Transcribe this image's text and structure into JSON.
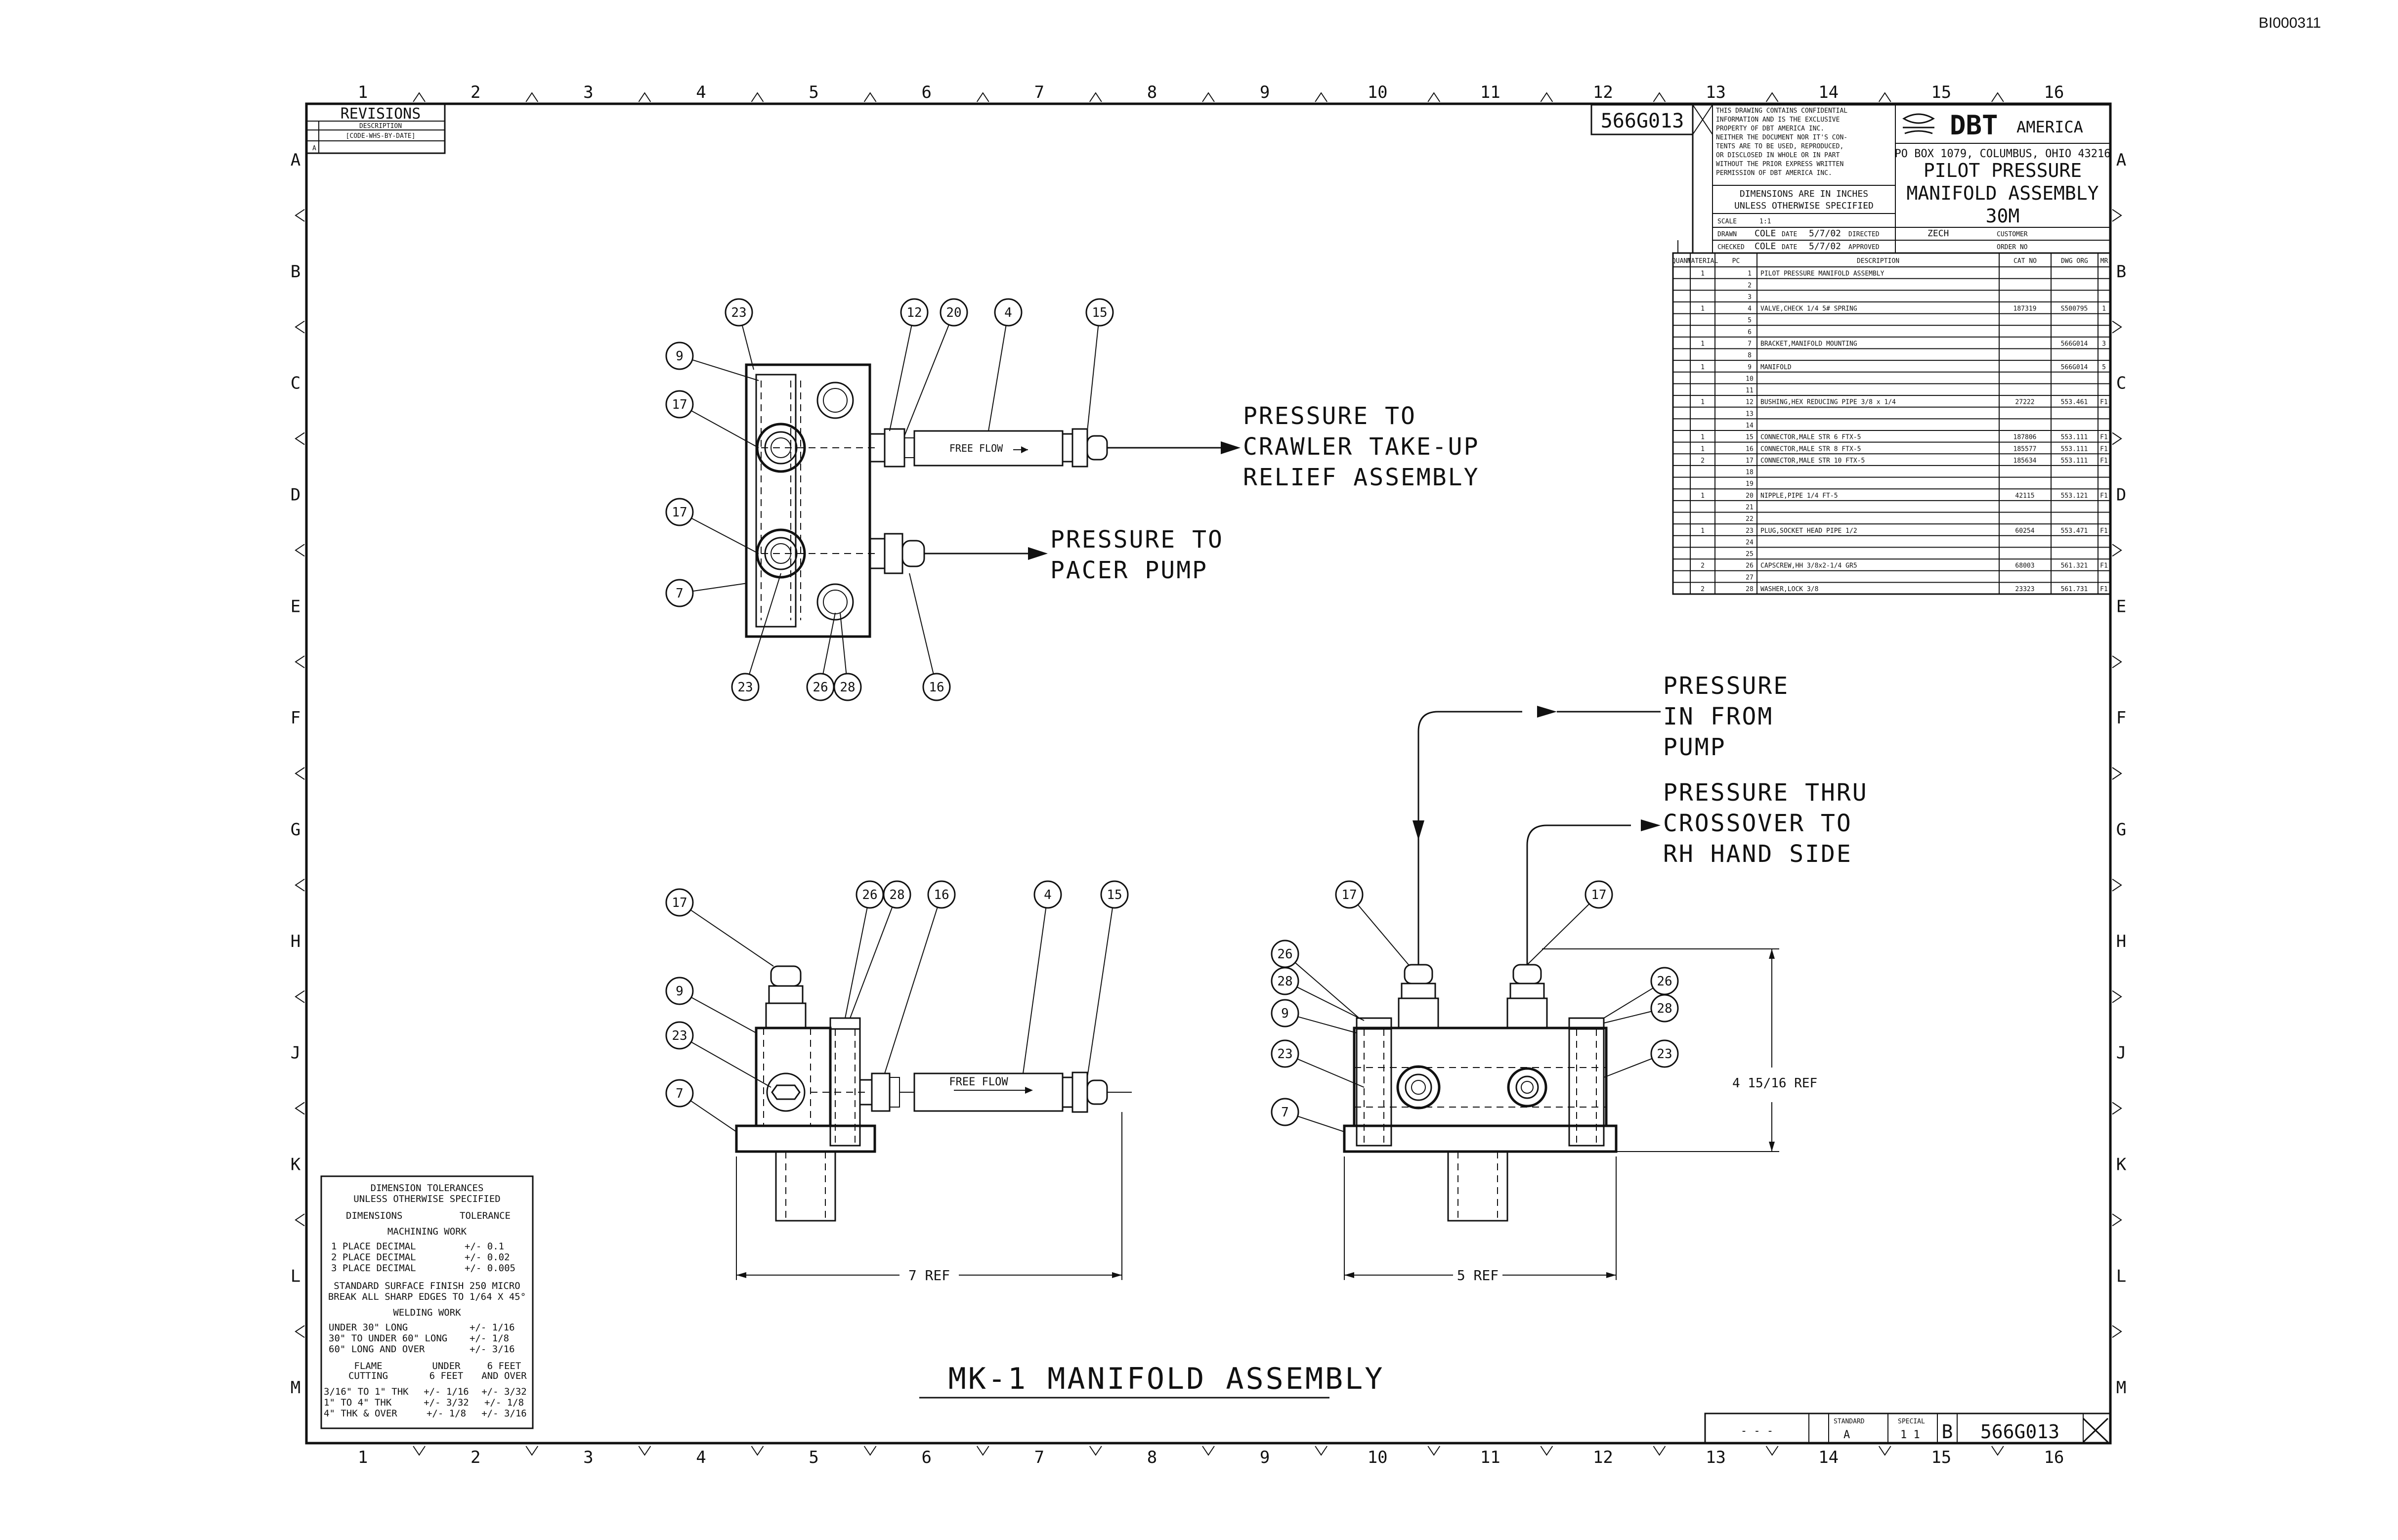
{
  "doc_id": "BI000311",
  "zones_cols": [
    "1",
    "2",
    "3",
    "4",
    "5",
    "6",
    "7",
    "8",
    "9",
    "10",
    "11",
    "12",
    "13",
    "14",
    "15",
    "16"
  ],
  "zones_rows": [
    "A",
    "B",
    "C",
    "D",
    "E",
    "F",
    "G",
    "H",
    "J",
    "K",
    "L",
    "M"
  ],
  "revisions": {
    "title": "REVISIONS",
    "description": "DESCRIPTION",
    "code": "[CODE-WHS-BY-DATE]",
    "rev_letter": "A"
  },
  "title_block": {
    "drawing_no": "566G013",
    "confidential": [
      "THIS DRAWING CONTAINS CONFIDENTIAL",
      "INFORMATION AND IS THE EXCLUSIVE",
      "PROPERTY OF DBT AMERICA INC.",
      "NEITHER THE DOCUMENT NOR IT'S CON-",
      "TENTS ARE TO BE USED, REPRODUCED,",
      "OR DISCLOSED IN WHOLE OR IN PART",
      "WITHOUT THE PRIOR EXPRESS WRITTEN",
      "PERMISSION OF DBT AMERICA INC."
    ],
    "company": "DBT",
    "company_suffix": "AMERICA",
    "address": "PO BOX 1079, COLUMBUS, OHIO 43216",
    "title_line1": "PILOT PRESSURE",
    "title_line2": "MANIFOLD ASSEMBLY",
    "title_line3": "30M",
    "dims_note1": "DIMENSIONS ARE IN INCHES",
    "dims_note2": "UNLESS OTHERWISE SPECIFIED",
    "scale_label": "SCALE",
    "scale": "1:1",
    "drawn_label": "DRAWN",
    "drawn_by": "COLE",
    "drawn_date": "5/7/02",
    "checked_label": "CHECKED",
    "checked_by": "COLE",
    "checked_date": "5/7/02",
    "engr_label": "DIRECTED",
    "engr": "ZECH",
    "approved_label": "APPROVED",
    "date_label": "DATE",
    "customer_label": "CUSTOMER",
    "order_label": "ORDER NO",
    "col_headers": [
      "QUANT",
      "MATERIAL",
      "PC",
      "DESCRIPTION",
      "CAT NO",
      "DWG ORG",
      "MR"
    ]
  },
  "bom": [
    {
      "pc": "1",
      "qty": "1",
      "desc": "PILOT PRESSURE MANIFOLD ASSEMBLY",
      "cat": "",
      "dwg": "",
      "mr": ""
    },
    {
      "pc": "2",
      "qty": "",
      "desc": "",
      "cat": "",
      "dwg": "",
      "mr": ""
    },
    {
      "pc": "3",
      "qty": "",
      "desc": "",
      "cat": "",
      "dwg": "",
      "mr": ""
    },
    {
      "pc": "4",
      "qty": "1",
      "desc": "VALVE,CHECK  1/4  5# SPRING",
      "cat": "187319",
      "dwg": "S500795",
      "mr": "1"
    },
    {
      "pc": "5",
      "qty": "",
      "desc": "",
      "cat": "",
      "dwg": "",
      "mr": ""
    },
    {
      "pc": "6",
      "qty": "",
      "desc": "",
      "cat": "",
      "dwg": "",
      "mr": ""
    },
    {
      "pc": "7",
      "qty": "1",
      "desc": "BRACKET,MANIFOLD MOUNTING",
      "cat": "",
      "dwg": "566G014",
      "mr": "3"
    },
    {
      "pc": "8",
      "qty": "",
      "desc": "",
      "cat": "",
      "dwg": "",
      "mr": ""
    },
    {
      "pc": "9",
      "qty": "1",
      "desc": "MANIFOLD",
      "cat": "",
      "dwg": "566G014",
      "mr": "5"
    },
    {
      "pc": "10",
      "qty": "",
      "desc": "",
      "cat": "",
      "dwg": "",
      "mr": ""
    },
    {
      "pc": "11",
      "qty": "",
      "desc": "",
      "cat": "",
      "dwg": "",
      "mr": ""
    },
    {
      "pc": "12",
      "qty": "1",
      "desc": "BUSHING,HEX REDUCING PIPE  3/8 x 1/4",
      "cat": "27222",
      "dwg": "553.461",
      "mr": "F1"
    },
    {
      "pc": "13",
      "qty": "",
      "desc": "",
      "cat": "",
      "dwg": "",
      "mr": ""
    },
    {
      "pc": "14",
      "qty": "",
      "desc": "",
      "cat": "",
      "dwg": "",
      "mr": ""
    },
    {
      "pc": "15",
      "qty": "1",
      "desc": "CONNECTOR,MALE STR       6 FTX-5",
      "cat": "187806",
      "dwg": "553.111",
      "mr": "F1"
    },
    {
      "pc": "16",
      "qty": "1",
      "desc": "CONNECTOR,MALE STR       8 FTX-5",
      "cat": "185577",
      "dwg": "553.111",
      "mr": "F1"
    },
    {
      "pc": "17",
      "qty": "2",
      "desc": "CONNECTOR,MALE STR      10 FTX-5",
      "cat": "185634",
      "dwg": "553.111",
      "mr": "F1"
    },
    {
      "pc": "18",
      "qty": "",
      "desc": "",
      "cat": "",
      "dwg": "",
      "mr": ""
    },
    {
      "pc": "19",
      "qty": "",
      "desc": "",
      "cat": "",
      "dwg": "",
      "mr": ""
    },
    {
      "pc": "20",
      "qty": "1",
      "desc": "NIPPLE,PIPE  1/4 FT-5",
      "cat": "42115",
      "dwg": "553.121",
      "mr": "F1"
    },
    {
      "pc": "21",
      "qty": "",
      "desc": "",
      "cat": "",
      "dwg": "",
      "mr": ""
    },
    {
      "pc": "22",
      "qty": "",
      "desc": "",
      "cat": "",
      "dwg": "",
      "mr": ""
    },
    {
      "pc": "23",
      "qty": "1",
      "desc": "PLUG,SOCKET HEAD PIPE  1/2",
      "cat": "60254",
      "dwg": "553.471",
      "mr": "F1"
    },
    {
      "pc": "24",
      "qty": "",
      "desc": "",
      "cat": "",
      "dwg": "",
      "mr": ""
    },
    {
      "pc": "25",
      "qty": "",
      "desc": "",
      "cat": "",
      "dwg": "",
      "mr": ""
    },
    {
      "pc": "26",
      "qty": "2",
      "desc": "CAPSCREW,HH 3/8x2-1/4  GR5",
      "cat": "68003",
      "dwg": "561.321",
      "mr": "F1"
    },
    {
      "pc": "27",
      "qty": "",
      "desc": "",
      "cat": "",
      "dwg": "",
      "mr": ""
    },
    {
      "pc": "28",
      "qty": "2",
      "desc": "WASHER,LOCK  3/8",
      "cat": "23323",
      "dwg": "561.731",
      "mr": "F1"
    }
  ],
  "notes": {
    "pressure_crawler": [
      "PRESSURE TO",
      "CRAWLER TAKE-UP",
      "RELIEF ASSEMBLY"
    ],
    "pressure_pacer": [
      "PRESSURE TO",
      "PACER PUMP"
    ],
    "pressure_in": [
      "PRESSURE",
      "IN FROM",
      "PUMP"
    ],
    "pressure_thru": [
      "PRESSURE THRU",
      "CROSSOVER TO",
      "RH HAND SIDE"
    ],
    "free_flow": "FREE FLOW",
    "ref_7": "7 REF",
    "ref_5": "5 REF",
    "ref_4": "4 15/16 REF",
    "assembly_title": "MK-1 MANIFOLD ASSEMBLY"
  },
  "tolerances": {
    "title1": "DIMENSION TOLERANCES",
    "title2": "UNLESS OTHERWISE SPECIFIED",
    "col1": "DIMENSIONS",
    "col2": "TOLERANCE",
    "machining": "MACHINING WORK",
    "rows": [
      [
        "1 PLACE DECIMAL",
        "+/-  0.1"
      ],
      [
        "2 PLACE DECIMAL",
        "+/-  0.02"
      ],
      [
        "3 PLACE DECIMAL",
        "+/-  0.005"
      ]
    ],
    "finish1": "STANDARD SURFACE FINISH 250 MICRO",
    "finish2": "BREAK ALL SHARP EDGES TO 1/64 X 45°",
    "welding": "WELDING WORK",
    "weld_rows": [
      [
        "UNDER 30\" LONG",
        "+/-  1/16"
      ],
      [
        "30\" TO UNDER 60\" LONG",
        "+/-  1/8"
      ],
      [
        "60\" LONG AND OVER",
        "+/-  3/16"
      ]
    ],
    "flame_h1": "FLAME",
    "flame_h1b": "CUTTING",
    "flame_h2": "UNDER",
    "flame_h2b": "6 FEET",
    "flame_h3": "6 FEET",
    "flame_h3b": "AND OVER",
    "flame_rows": [
      [
        "3/16\" TO 1\" THK",
        "+/- 1/16",
        "+/- 3/32"
      ],
      [
        "1\" TO 4\" THK",
        "+/- 3/32",
        "+/- 1/8"
      ],
      [
        "4\" THK & OVER",
        "+/- 1/8",
        "+/- 3/16"
      ]
    ]
  },
  "bottom_block": {
    "standard": "STANDARD",
    "special": "SPECIAL",
    "size": "B",
    "drawing_no": "566G013",
    "dashes": "- - -",
    "rev": "A",
    "sheet": "1 1"
  }
}
